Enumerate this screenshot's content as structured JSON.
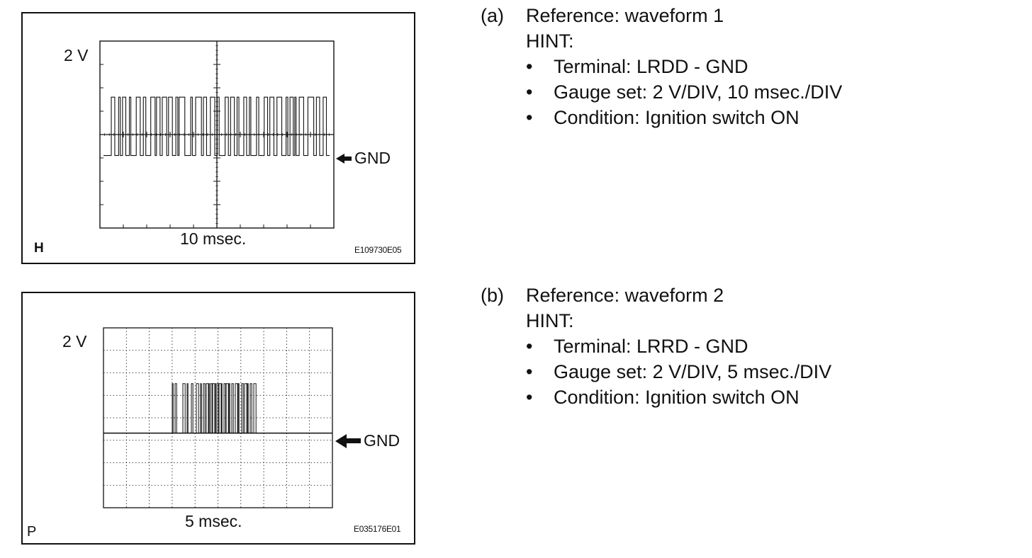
{
  "figures": [
    {
      "id": "a",
      "scope": {
        "volts_label": "2 V",
        "time_label": "10 msec.",
        "gnd_label": "GND",
        "corner_letter": "H",
        "figure_code": "E109730E05",
        "grid_style": "center-crosshair"
      },
      "hint": {
        "tag": "(a)",
        "title": "Reference: waveform 1",
        "hint_label": "HINT:",
        "bullets": [
          "Terminal: LRDD - GND",
          "Gauge set: 2 V/DIV, 10 msec./DIV",
          "Condition: Ignition switch ON"
        ]
      }
    },
    {
      "id": "b",
      "scope": {
        "volts_label": "2 V",
        "time_label": "5 msec.",
        "gnd_label": "GND",
        "corner_letter": "P",
        "figure_code": "E035176E01",
        "grid_style": "dotted-full"
      },
      "hint": {
        "tag": "(b)",
        "title": "Reference: waveform 2",
        "hint_label": "HINT:",
        "bullets": [
          "Terminal: LRRD - GND",
          "Gauge set: 2 V/DIV, 5 msec./DIV",
          "Condition: Ignition switch ON"
        ]
      }
    }
  ],
  "colors": {
    "ink": "#111111",
    "background": "#ffffff"
  },
  "icons": {
    "gnd_marker": "left-arrow-icon"
  }
}
